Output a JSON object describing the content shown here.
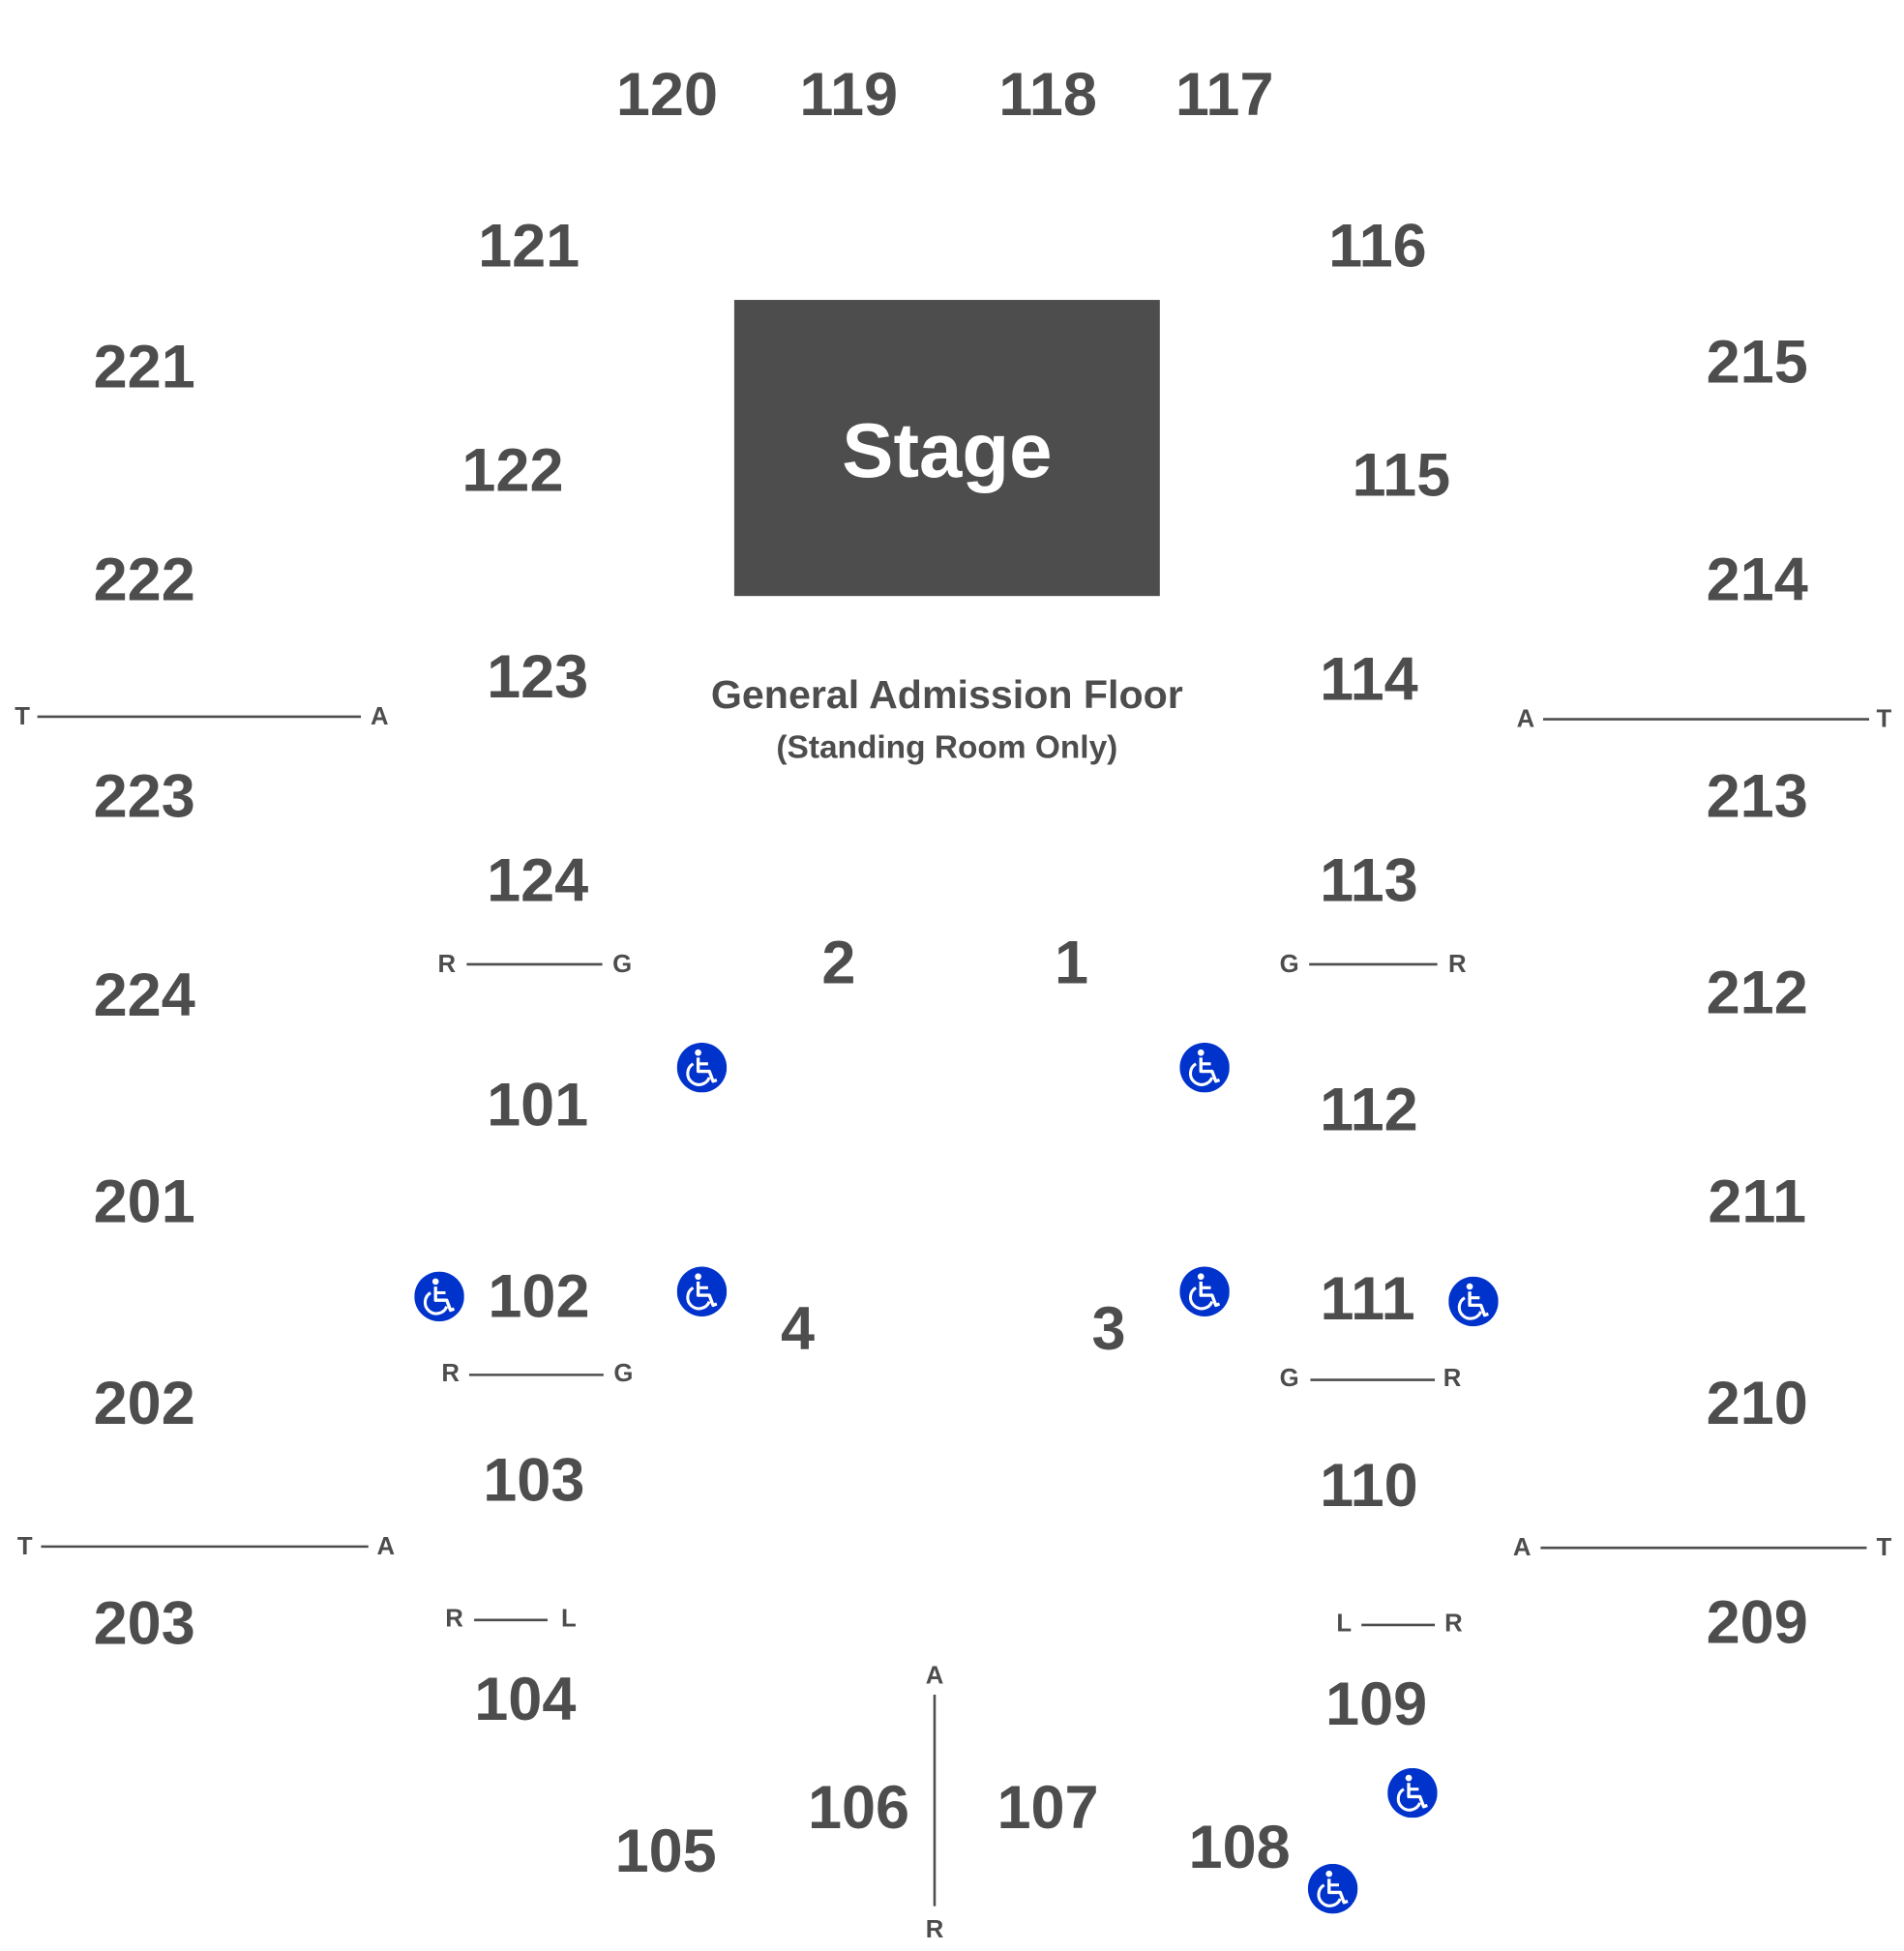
{
  "stage": {
    "label": "Stage",
    "color": "#4d4d4d"
  },
  "floor": {
    "title": "General Admission Floor",
    "subtitle": "(Standing Room Only)"
  },
  "sections": {
    "s120": "120",
    "s119": "119",
    "s118": "118",
    "s117": "117",
    "s121": "121",
    "s116": "116",
    "s221": "221",
    "s215": "215",
    "s122": "122",
    "s115": "115",
    "s222": "222",
    "s214": "214",
    "s123": "123",
    "s114": "114",
    "s223": "223",
    "s213": "213",
    "s124": "124",
    "s113": "113",
    "f2": "2",
    "f1": "1",
    "s224": "224",
    "s212": "212",
    "s101": "101",
    "s112": "112",
    "s201": "201",
    "s211": "211",
    "s102": "102",
    "s111": "111",
    "f4": "4",
    "f3": "3",
    "s202": "202",
    "s210": "210",
    "s103": "103",
    "s110": "110",
    "s203": "203",
    "s209": "209",
    "s104": "104",
    "s109": "109",
    "s106": "106",
    "s107": "107",
    "s105": "105",
    "s108": "108"
  },
  "aisle_markers": {
    "T": "T",
    "A": "A",
    "R": "R",
    "G": "G",
    "L": "L"
  },
  "accessible_icon": {
    "name": "wheelchair-icon",
    "color": "#0033cc"
  }
}
